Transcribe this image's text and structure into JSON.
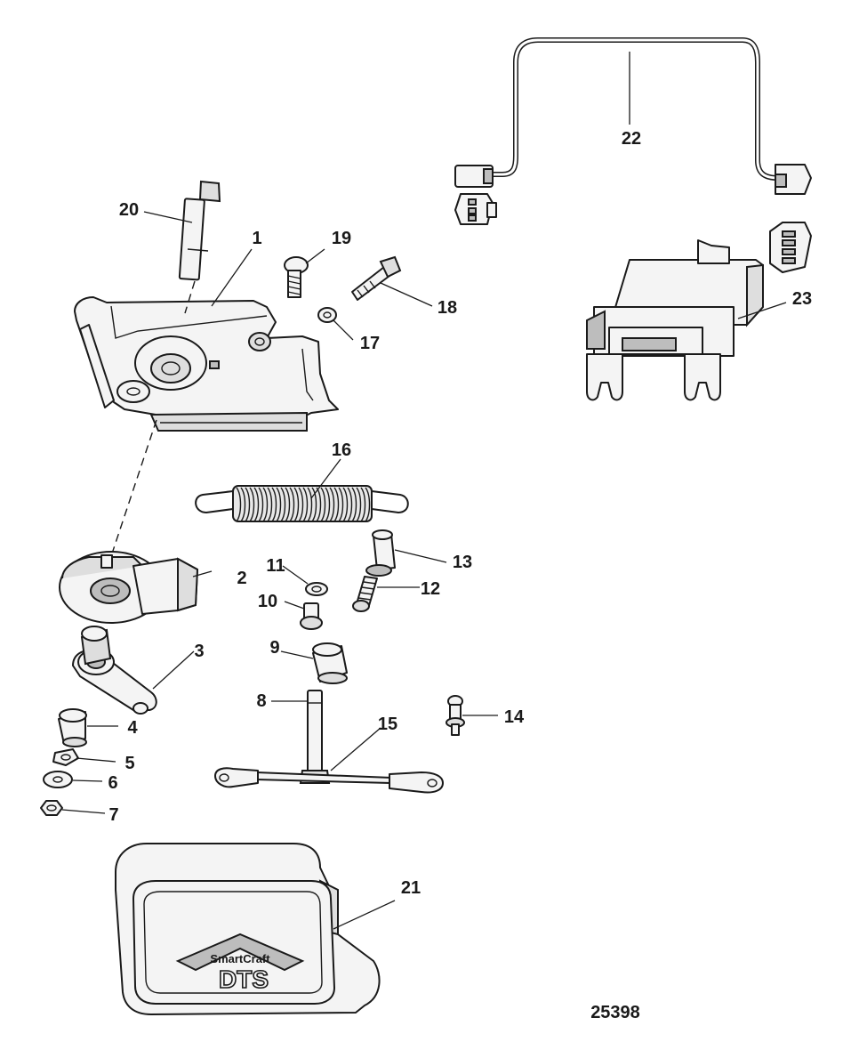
{
  "diagram": {
    "figure_number": "25398",
    "callouts": [
      "1",
      "2",
      "3",
      "4",
      "5",
      "6",
      "7",
      "8",
      "9",
      "10",
      "11",
      "12",
      "13",
      "14",
      "15",
      "16",
      "17",
      "18",
      "19",
      "20",
      "21",
      "22",
      "23"
    ],
    "logo": {
      "line1": "SmartCraft",
      "line2": "DTS"
    },
    "colors": {
      "line": "#1a1a1a",
      "part_fill": "#f4f4f4",
      "shade": "#bdbdbd",
      "background": "#ffffff"
    }
  }
}
